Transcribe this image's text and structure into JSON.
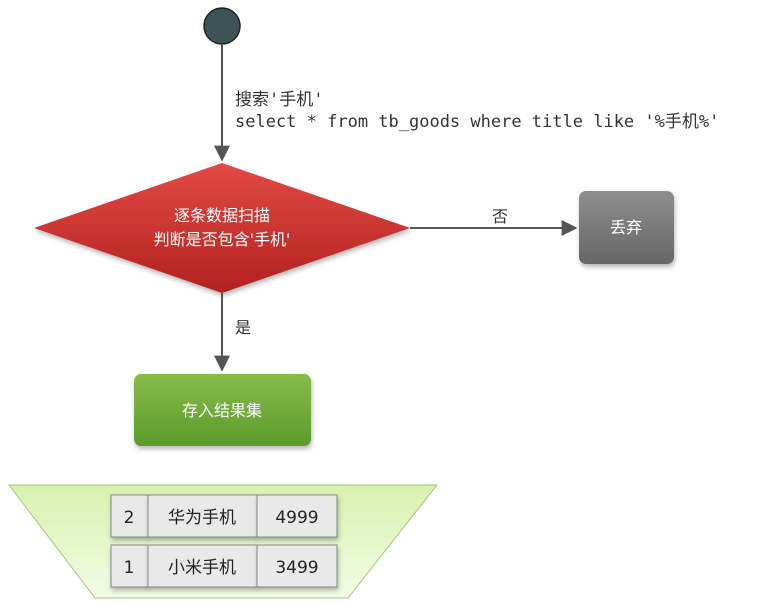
{
  "flow": {
    "annotation_line1": "搜索'手机'",
    "annotation_line2": "select * from tb_goods where title like '%手机%'",
    "decision_line1": "逐条数据扫描",
    "decision_line2": "判断是否包含'手机'",
    "no_label": "否",
    "yes_label": "是",
    "discard_label": "丢弃",
    "result_label": "存入结果集"
  },
  "result_rows": [
    {
      "id": "2",
      "title": "华为手机",
      "price": "4999"
    },
    {
      "id": "1",
      "title": "小米手机",
      "price": "3499"
    }
  ],
  "colors": {
    "start_node": "#3e5355",
    "decision": "#c62d2b",
    "discard": "#7a7a7a",
    "result_box": "#6fa83a",
    "funnel": "#e2f5c0",
    "cell_bg": "#e9e9e9"
  }
}
